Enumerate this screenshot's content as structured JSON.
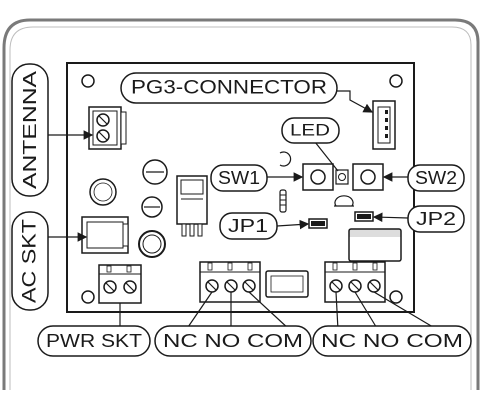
{
  "labels": {
    "pg3_connector": "PG3-CONNECTOR",
    "antenna": "ANTENNA",
    "led": "LED",
    "sw1": "SW1",
    "sw2": "SW2",
    "jp1": "JP1",
    "jp2": "JP2",
    "ac_skt": "AC SKT",
    "pwr_skt": "PWR SKT",
    "relay1_contacts": "NC NO COM",
    "relay2_contacts": "NC NO COM"
  },
  "colors": {
    "stroke": "#1a1a1a",
    "frame": "#7a7a7a",
    "background": "#ffffff"
  }
}
